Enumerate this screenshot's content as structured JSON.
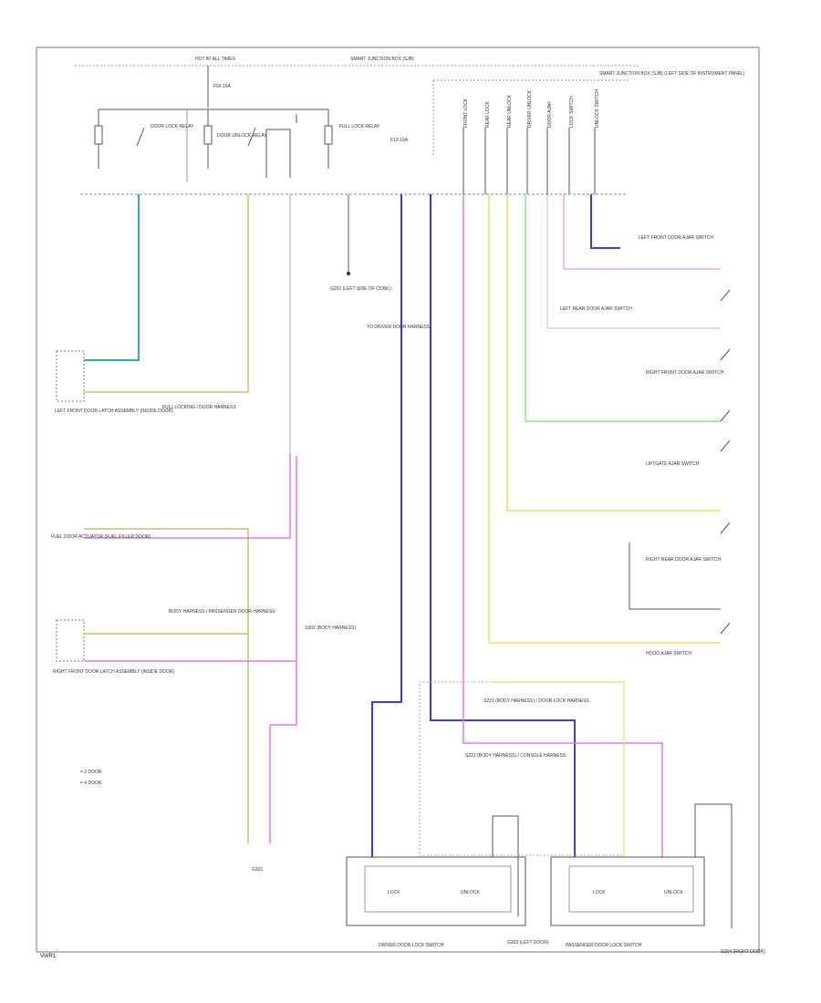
{
  "diagram": {
    "title": "",
    "top_bus_left": "HOT AT ALL TIMES",
    "top_bus_right": "SMART JUNCTION BOX (SJB)",
    "top_right_note": "SMART JUNCTION BOX (SJB) (LEFT SIDE OF INSTRUMENT PANEL)",
    "fuse_left": "F56 10A",
    "fuse_mid": "F13 10A",
    "relay_box_1": "DOOR LOCK RELAY",
    "relay_box_2": "DOOR UNLOCK RELAY",
    "relay_box_3": "FULL LOCK RELAY",
    "module_labels": [
      "FRONT LOCK",
      "REAR LOCK",
      "REAR UNLOCK",
      "DRIVER UNLOCK",
      "DOOR AJAR",
      "LOCK SWITCH",
      "UNLOCK SWITCH"
    ],
    "ground_g1": "G201 (LEFT SIDE OF COWL)",
    "ground_module": "TO DRIVER DOOR HARNESS",
    "left_front_door_latch": "LEFT FRONT DOOR LATCH ASSEMBLY (INSIDE DOOR)",
    "full_locking_harness_note": "FULL LOCKING / DOOR HARNESS",
    "right_front_door_latch": "RIGHT FRONT DOOR LATCH ASSEMBLY (INSIDE DOOR)",
    "fuel_door": "FUEL DOOR ACTUATOR (FUEL FILLER DOOR)",
    "passenger_harness_note": "BODY HARNESS / PASSENGER DOOR HARNESS",
    "splice_note": "S302 (BODY HARNESS)",
    "ground_bottom_left": "G301",
    "right_items": [
      "LEFT FRONT DOOR AJAR SWITCH",
      "LEFT REAR DOOR AJAR SWITCH",
      "RIGHT FRONT DOOR AJAR SWITCH",
      "LIFTGATE AJAR SWITCH",
      "RIGHT REAR DOOR AJAR SWITCH",
      "HOOD AJAR SWITCH"
    ],
    "mid_note": "S221 (BODY HARNESS) / DOOR LOCK HARNESS",
    "mid_note2": "S222 (BODY HARNESS) / CONSOLE HARNESS",
    "legend_1": "= 2 DOOR",
    "legend_2": "= 4 DOOR",
    "bottom_left_switch": "DRIVER DOOR LOCK SWITCH",
    "bottom_right_switch": "PASSENGER DOOR LOCK SWITCH",
    "bottom_ground_1": "G303 (LEFT DOOR)",
    "bottom_ground_2": "G304 (RIGHT DOOR)",
    "switch_lock": "LOCK",
    "switch_unlock": "UNLOCK",
    "page_code": "VWR1"
  }
}
